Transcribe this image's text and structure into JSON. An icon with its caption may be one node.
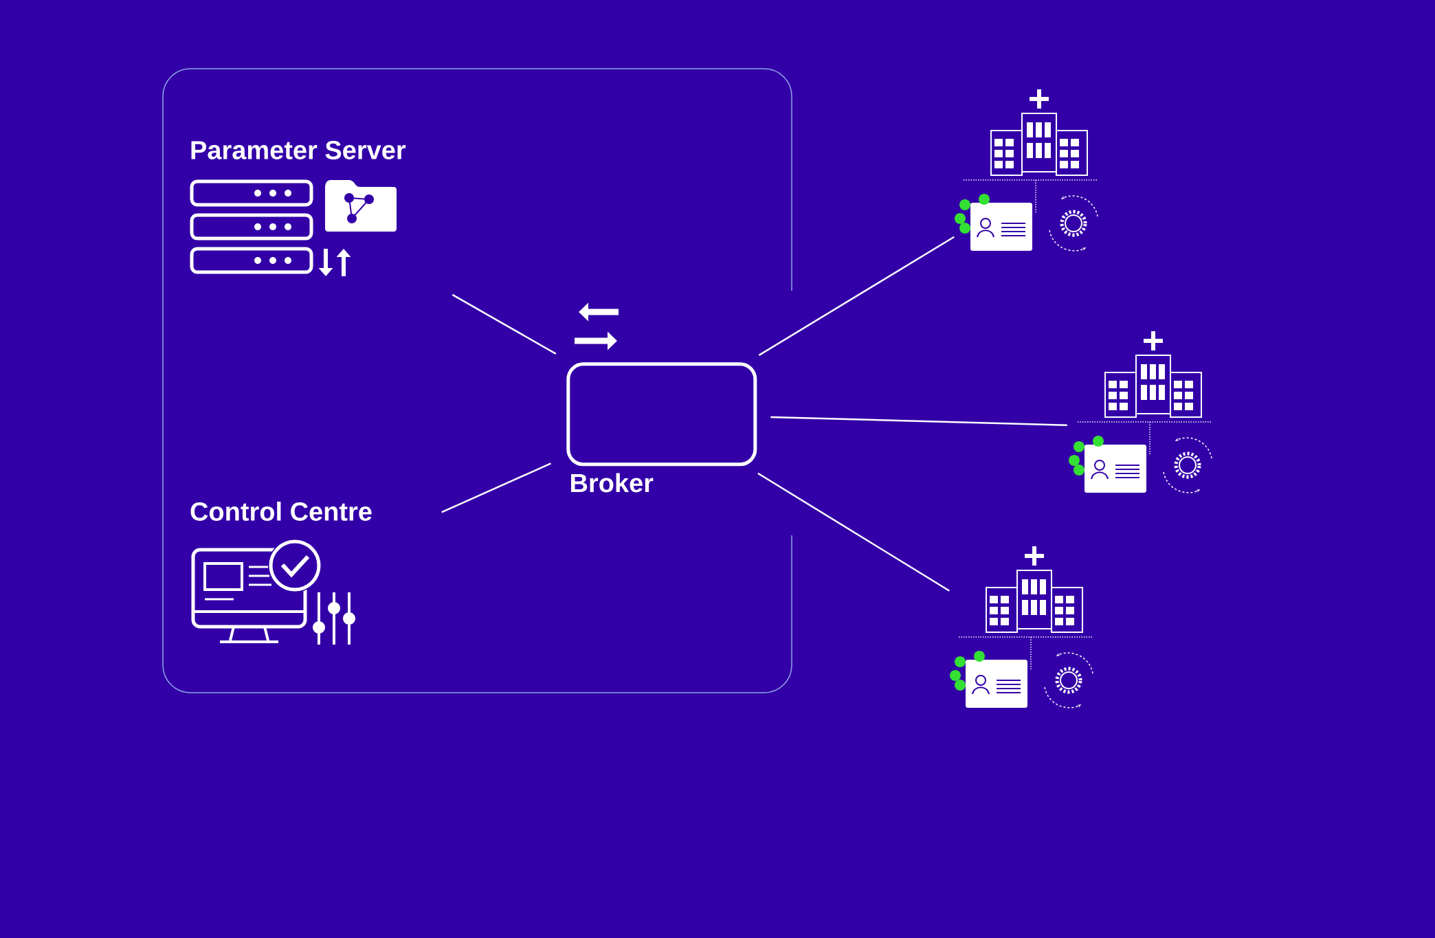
{
  "diagram": {
    "nodes": [
      {
        "text": [],
        "shape": "box"
      },
      {
        "text": [
          "Parameter Server"
        ],
        "in": 0
      },
      {
        "text": [
          "Control Centre"
        ],
        "in": 0
      },
      {
        "text": [
          "Broker"
        ],
        "in": 0
      },
      {
        "text": [],
        "shape": "picture"
      },
      {
        "text": [],
        "shape": "picture"
      },
      {
        "text": [],
        "shape": "picture"
      }
    ],
    "edges": [
      {
        "from": 1,
        "to": 3,
        "arrow": "none"
      },
      {
        "from": 2,
        "to": 3,
        "arrow": "none"
      },
      {
        "from": 3,
        "to": 4,
        "arrow": "none"
      },
      {
        "from": 3,
        "to": 5,
        "arrow": "none"
      },
      {
        "from": 3,
        "to": 6,
        "arrow": "none"
      }
    ]
  }
}
